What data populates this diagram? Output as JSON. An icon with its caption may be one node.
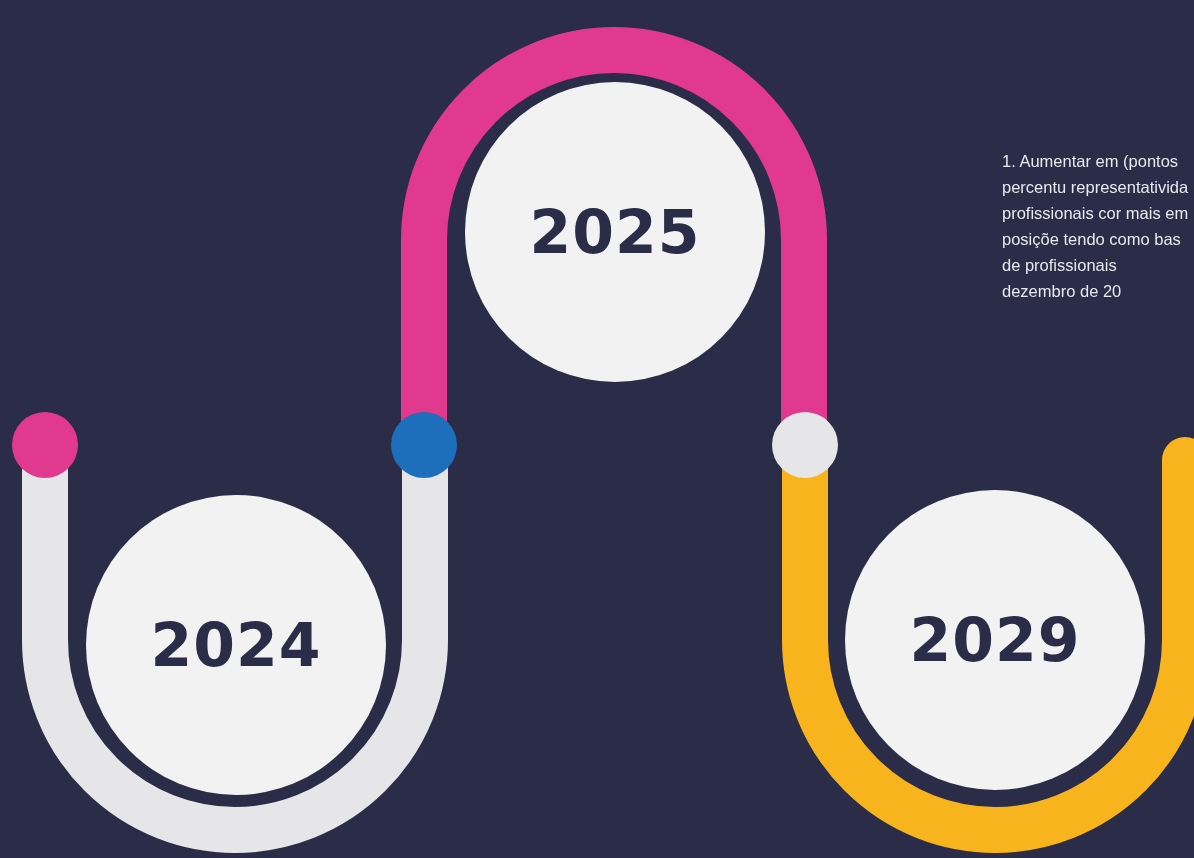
{
  "diagram": {
    "nodes": [
      {
        "text": [
          "2024"
        ]
      },
      {
        "text": [
          "2025"
        ]
      },
      {
        "text": [
          "2029"
        ]
      }
    ],
    "labels": [
      "1. Aumentar em (pontos percentu representativida profissionais cor mais em posiçõe tendo como bas de profissionais dezembro de 20"
    ]
  }
}
